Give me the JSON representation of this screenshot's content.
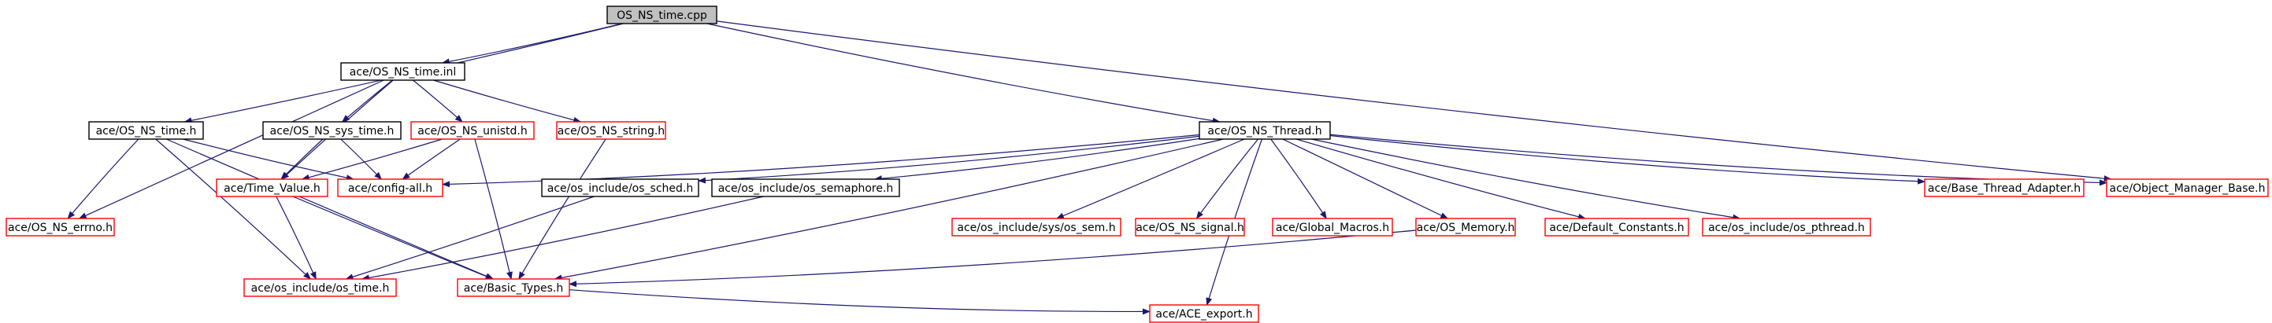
{
  "colors": {
    "edge": "#191970",
    "documented_border": "#000000",
    "undocumented_border": "#ff0000",
    "root_fill": "#c0c0c0"
  },
  "nodes": [
    {
      "id": "root",
      "label": "OS_NS_time.cpp",
      "kind": "root"
    },
    {
      "id": "ns_time_inl",
      "label": "ace/OS_NS_time.inl",
      "kind": "documented"
    },
    {
      "id": "ns_time_h",
      "label": "ace/OS_NS_time.h",
      "kind": "documented"
    },
    {
      "id": "ns_sys_time",
      "label": "ace/OS_NS_sys_time.h",
      "kind": "documented"
    },
    {
      "id": "ns_unistd",
      "label": "ace/OS_NS_unistd.h",
      "kind": "missing"
    },
    {
      "id": "ns_string",
      "label": "ace/OS_NS_string.h",
      "kind": "missing"
    },
    {
      "id": "ns_thread",
      "label": "ace/OS_NS_Thread.h",
      "kind": "documented"
    },
    {
      "id": "ns_errno",
      "label": "ace/OS_NS_errno.h",
      "kind": "missing"
    },
    {
      "id": "time_value",
      "label": "ace/Time_Value.h",
      "kind": "missing"
    },
    {
      "id": "config_all",
      "label": "ace/config-all.h",
      "kind": "missing"
    },
    {
      "id": "os_sched",
      "label": "ace/os_include/os_sched.h",
      "kind": "documented"
    },
    {
      "id": "os_semaphore",
      "label": "ace/os_include/os_semaphore.h",
      "kind": "documented"
    },
    {
      "id": "os_sem",
      "label": "ace/os_include/sys/os_sem.h",
      "kind": "missing"
    },
    {
      "id": "ns_signal",
      "label": "ace/OS_NS_signal.h",
      "kind": "missing"
    },
    {
      "id": "global_macros",
      "label": "ace/Global_Macros.h",
      "kind": "missing"
    },
    {
      "id": "os_memory",
      "label": "ace/OS_Memory.h",
      "kind": "missing"
    },
    {
      "id": "default_constants",
      "label": "ace/Default_Constants.h",
      "kind": "missing"
    },
    {
      "id": "os_pthread",
      "label": "ace/os_include/os_pthread.h",
      "kind": "missing"
    },
    {
      "id": "base_thread_adapter",
      "label": "ace/Base_Thread_Adapter.h",
      "kind": "missing"
    },
    {
      "id": "object_manager_base",
      "label": "ace/Object_Manager_Base.h",
      "kind": "missing"
    },
    {
      "id": "os_time",
      "label": "ace/os_include/os_time.h",
      "kind": "missing"
    },
    {
      "id": "basic_types",
      "label": "ace/Basic_Types.h",
      "kind": "missing"
    },
    {
      "id": "ace_export",
      "label": "ace/ACE_export.h",
      "kind": "missing"
    }
  ],
  "edges": [
    [
      "root",
      "ns_time_inl"
    ],
    [
      "root",
      "ns_time_h"
    ],
    [
      "root",
      "ns_thread"
    ],
    [
      "root",
      "object_manager_base"
    ],
    [
      "ns_time_inl",
      "ns_errno"
    ],
    [
      "ns_time_inl",
      "ns_sys_time"
    ],
    [
      "ns_time_inl",
      "ns_unistd"
    ],
    [
      "ns_time_inl",
      "ns_string"
    ],
    [
      "ns_time_inl",
      "time_value"
    ],
    [
      "ns_time_h",
      "ns_errno"
    ],
    [
      "ns_time_h",
      "config_all"
    ],
    [
      "ns_time_h",
      "os_time"
    ],
    [
      "ns_time_h",
      "basic_types"
    ],
    [
      "ns_sys_time",
      "time_value"
    ],
    [
      "ns_sys_time",
      "config_all"
    ],
    [
      "ns_unistd",
      "time_value"
    ],
    [
      "ns_unistd",
      "config_all"
    ],
    [
      "ns_unistd",
      "basic_types"
    ],
    [
      "ns_string",
      "basic_types"
    ],
    [
      "ns_thread",
      "config_all"
    ],
    [
      "ns_thread",
      "os_sched"
    ],
    [
      "ns_thread",
      "os_semaphore"
    ],
    [
      "ns_thread",
      "os_sem"
    ],
    [
      "ns_thread",
      "ns_signal"
    ],
    [
      "ns_thread",
      "global_macros"
    ],
    [
      "ns_thread",
      "os_memory"
    ],
    [
      "ns_thread",
      "default_constants"
    ],
    [
      "ns_thread",
      "os_pthread"
    ],
    [
      "ns_thread",
      "base_thread_adapter"
    ],
    [
      "ns_thread",
      "object_manager_base"
    ],
    [
      "ns_thread",
      "basic_types"
    ],
    [
      "ns_thread",
      "ace_export"
    ],
    [
      "time_value",
      "os_time"
    ],
    [
      "time_value",
      "basic_types"
    ],
    [
      "os_sched",
      "os_time"
    ],
    [
      "os_semaphore",
      "os_time"
    ],
    [
      "os_memory",
      "basic_types"
    ],
    [
      "basic_types",
      "ace_export"
    ]
  ]
}
